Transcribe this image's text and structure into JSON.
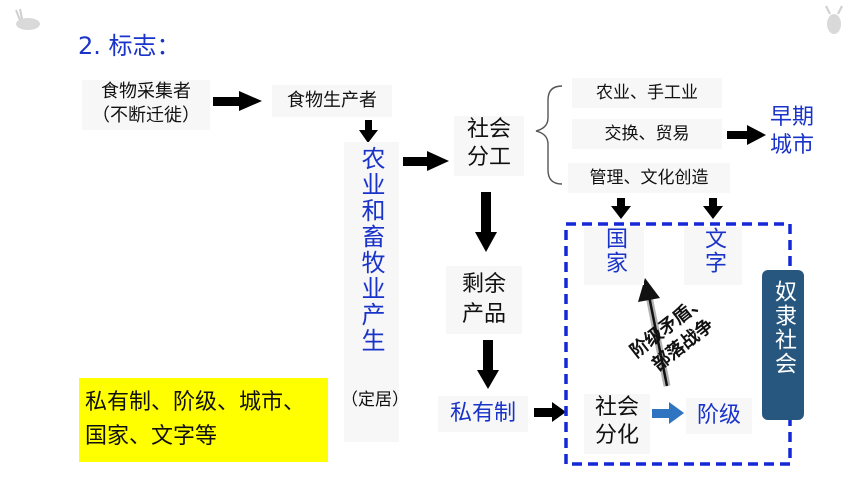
{
  "title": "2. 标志：",
  "nodes": {
    "gatherer_line1": "食物采集者",
    "gatherer_line2": "（不断迁徙）",
    "producer": "食物生产者",
    "agri": "农业和畜牧业产生",
    "settled": "（定居）",
    "division_line1": "社会",
    "division_line2": "分工",
    "branch1": "农业、手工业",
    "branch2": "交换、贸易",
    "branch3": "管理、文化创造",
    "city_line1": "早期",
    "city_line2": "城市",
    "surplus_line1": "剩余",
    "surplus_line2": "产品",
    "private": "私有制",
    "diff_line1": "社会",
    "diff_line2": "分化",
    "class": "阶级",
    "state": "国家",
    "writing": "文字",
    "conflict_line1": "阶级矛盾、",
    "conflict_line2": "部落战争",
    "slave": "奴隶社会",
    "summary_line1": "私有制、阶级、城市、",
    "summary_line2": "国家、文字等"
  },
  "colors": {
    "blue": "#1a33c8",
    "black": "#111111",
    "yellow": "#ffff00",
    "slave_bg": "#27577f",
    "arrow_blue": "#2f74c0"
  }
}
